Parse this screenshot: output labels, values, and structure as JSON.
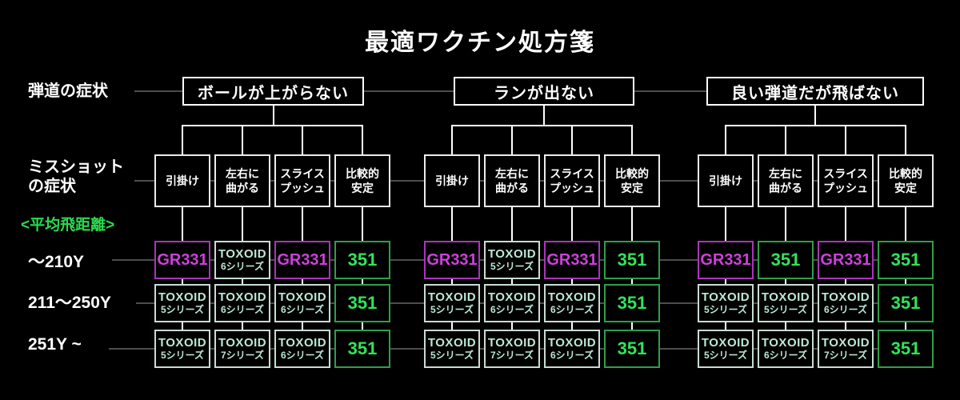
{
  "title": "最適ワクチン処方箋",
  "colors": {
    "white": "#ffffff",
    "connector_gray": "#4d4d4d",
    "avg_label": "#2bd94f",
    "gr_text": "#cc41da",
    "gr_border": "#a935ba",
    "tox_text": "#bde9d5",
    "tox_border": "#c9dcd2",
    "v351_text": "#31e35b",
    "v351_border": "#2f9e4a"
  },
  "left_labels": {
    "trajectory": "弾道の症状",
    "misshot": "ミスショット\nの症状",
    "avg_distance": "<平均飛距離>",
    "rows": [
      "〜210Y",
      "211〜250Y",
      "251Y ~"
    ]
  },
  "groups": [
    {
      "symptom": "ボールが上がらない",
      "miss_types": [
        "引掛け",
        "左右に\n曲がる",
        "スライス\nプッシュ",
        "比較的\n安定"
      ],
      "rows": [
        [
          {
            "label": "GR331",
            "style": "magenta"
          },
          {
            "label": "TOXOID",
            "series": "6シリーズ",
            "style": "mint"
          },
          {
            "label": "GR331",
            "style": "magenta"
          },
          {
            "label": "351",
            "style": "green"
          }
        ],
        [
          {
            "label": "TOXOID",
            "series": "5シリーズ",
            "style": "mint"
          },
          {
            "label": "TOXOID",
            "series": "6シリーズ",
            "style": "mint"
          },
          {
            "label": "TOXOID",
            "series": "6シリーズ",
            "style": "mint"
          },
          {
            "label": "351",
            "style": "green"
          }
        ],
        [
          {
            "label": "TOXOID",
            "series": "5シリーズ",
            "style": "mint"
          },
          {
            "label": "TOXOID",
            "series": "7シリーズ",
            "style": "mint"
          },
          {
            "label": "TOXOID",
            "series": "6シリーズ",
            "style": "mint"
          },
          {
            "label": "351",
            "style": "green"
          }
        ]
      ]
    },
    {
      "symptom": "ランが出ない",
      "miss_types": [
        "引掛け",
        "左右に\n曲がる",
        "スライス\nプッシュ",
        "比較的\n安定"
      ],
      "rows": [
        [
          {
            "label": "GR331",
            "style": "magenta"
          },
          {
            "label": "TOXOID",
            "series": "5シリーズ",
            "style": "mint"
          },
          {
            "label": "GR331",
            "style": "magenta"
          },
          {
            "label": "351",
            "style": "green"
          }
        ],
        [
          {
            "label": "TOXOID",
            "series": "5シリーズ",
            "style": "mint"
          },
          {
            "label": "TOXOID",
            "series": "6シリーズ",
            "style": "mint"
          },
          {
            "label": "TOXOID",
            "series": "6シリーズ",
            "style": "mint"
          },
          {
            "label": "351",
            "style": "green"
          }
        ],
        [
          {
            "label": "TOXOID",
            "series": "5シリーズ",
            "style": "mint"
          },
          {
            "label": "TOXOID",
            "series": "7シリーズ",
            "style": "mint"
          },
          {
            "label": "TOXOID",
            "series": "6シリーズ",
            "style": "mint"
          },
          {
            "label": "351",
            "style": "green"
          }
        ]
      ]
    },
    {
      "symptom": "良い弾道だが飛ばない",
      "miss_types": [
        "引掛け",
        "左右に\n曲がる",
        "スライス\nプッシュ",
        "比較的\n安定"
      ],
      "rows": [
        [
          {
            "label": "GR331",
            "style": "magenta"
          },
          {
            "label": "351",
            "style": "green"
          },
          {
            "label": "GR331",
            "style": "magenta"
          },
          {
            "label": "351",
            "style": "green"
          }
        ],
        [
          {
            "label": "TOXOID",
            "series": "5シリーズ",
            "style": "mint"
          },
          {
            "label": "TOXOID",
            "series": "5シリーズ",
            "style": "mint"
          },
          {
            "label": "TOXOID",
            "series": "6シリーズ",
            "style": "mint"
          },
          {
            "label": "351",
            "style": "green"
          }
        ],
        [
          {
            "label": "TOXOID",
            "series": "5シリーズ",
            "style": "mint"
          },
          {
            "label": "TOXOID",
            "series": "6シリーズ",
            "style": "mint"
          },
          {
            "label": "TOXOID",
            "series": "7シリーズ",
            "style": "mint"
          },
          {
            "label": "351",
            "style": "green"
          }
        ]
      ]
    }
  ]
}
